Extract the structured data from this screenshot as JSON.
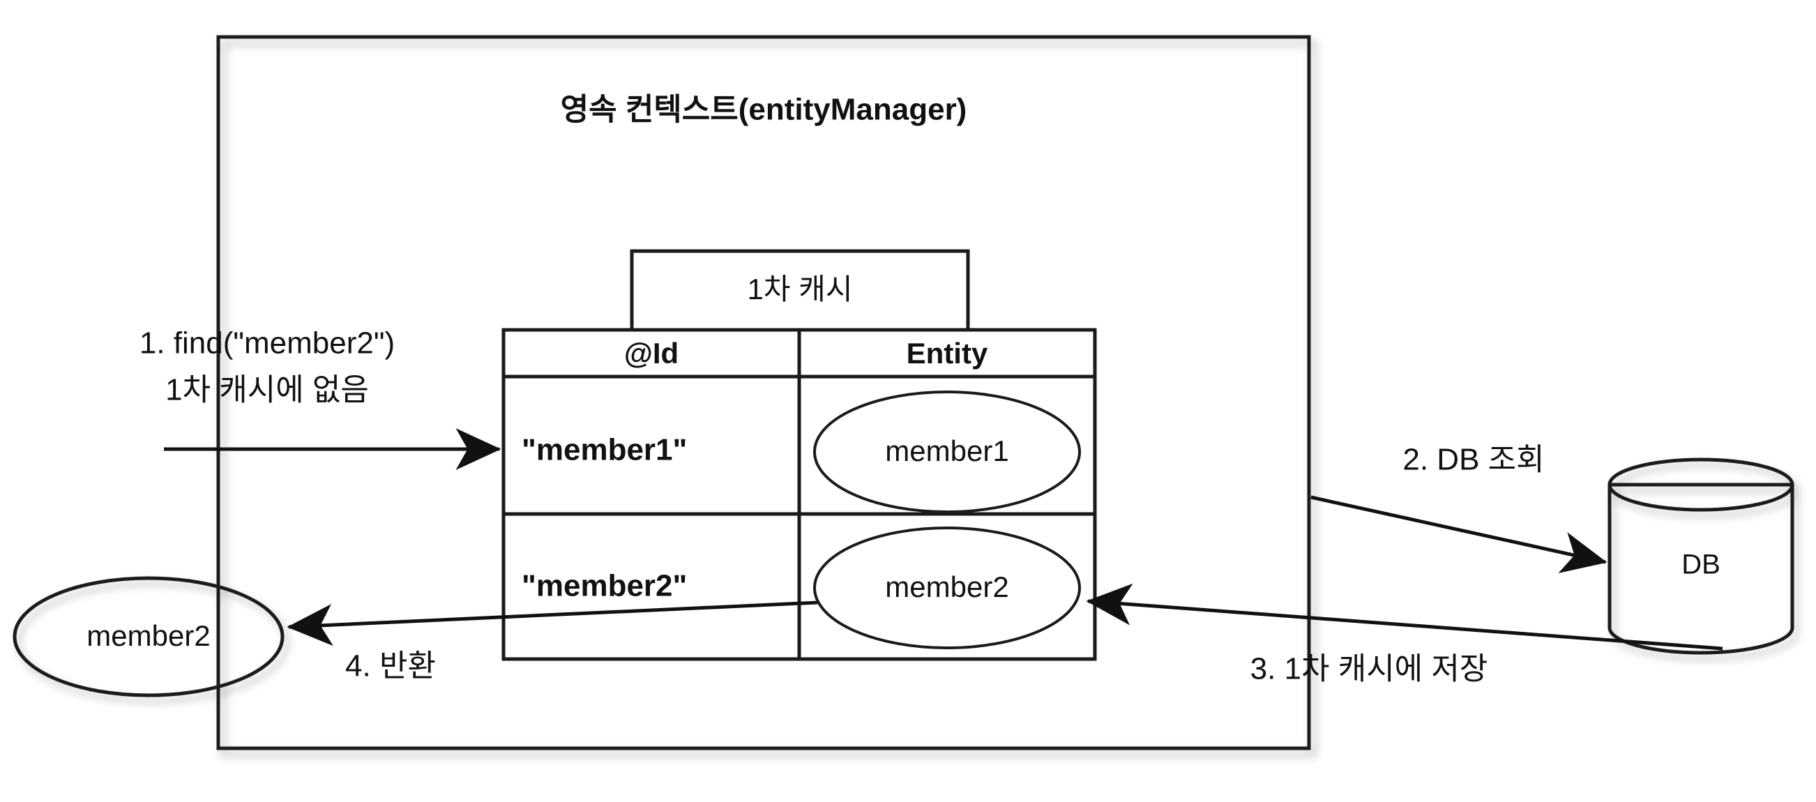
{
  "diagram": {
    "title": "영속 컨텍스트(entityManager)",
    "colors": {
      "context_background": "#f2f2f2",
      "shape_fill": "#ffffff",
      "stroke": "#1a1a1a",
      "text": "#111111",
      "page_background": "#ffffff"
    },
    "cache_box": {
      "label": "1차 캐시"
    },
    "cache_table": {
      "columns": [
        "@Id",
        "Entity"
      ],
      "rows": [
        {
          "id": "\"member1\"",
          "entity": "member1"
        },
        {
          "id": "\"member2\"",
          "entity": "member2"
        }
      ]
    },
    "database": {
      "label": "DB"
    },
    "returned_entity": {
      "label": "member2"
    },
    "steps": [
      {
        "number": "1",
        "line1": "1. find(\"member2\")",
        "line2": "1차 캐시에 없음"
      },
      {
        "number": "2",
        "line1": "2. DB 조회"
      },
      {
        "number": "3",
        "line1": "3. 1차 캐시에 저장"
      },
      {
        "number": "4",
        "line1": "4. 반환"
      }
    ]
  }
}
